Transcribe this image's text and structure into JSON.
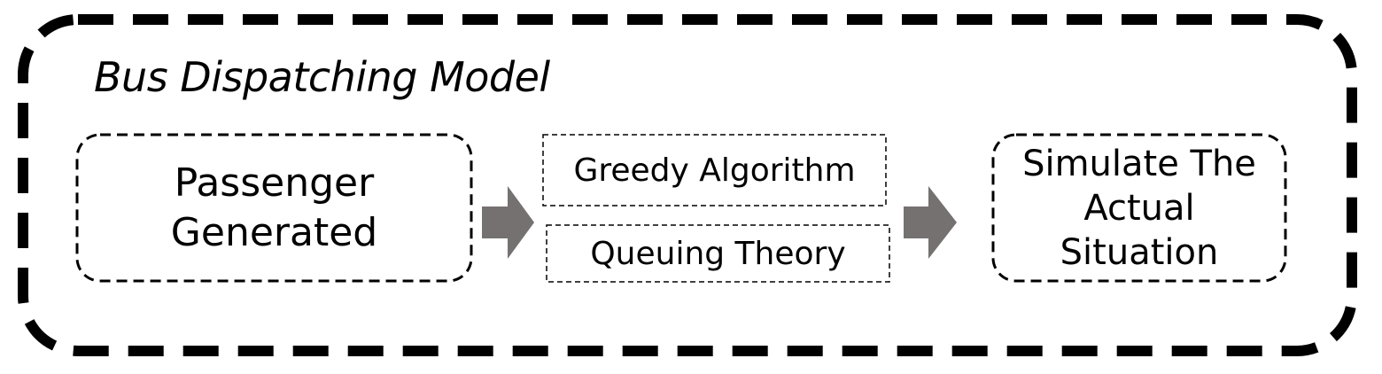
{
  "diagram": {
    "title": "Bus Dispatching Model",
    "nodes": {
      "passenger": {
        "lines": [
          "Passenger",
          "Generated"
        ]
      },
      "greedy": {
        "label": "Greedy Algorithm"
      },
      "queuing": {
        "label": "Queuing Theory"
      },
      "simulate": {
        "lines": [
          "Simulate The",
          "Actual",
          "Situation"
        ]
      }
    },
    "edges": [
      {
        "from": "passenger",
        "to": "methods"
      },
      {
        "from": "methods",
        "to": "simulate"
      }
    ],
    "colors": {
      "arrow": "#767171",
      "border": "#000000"
    }
  }
}
